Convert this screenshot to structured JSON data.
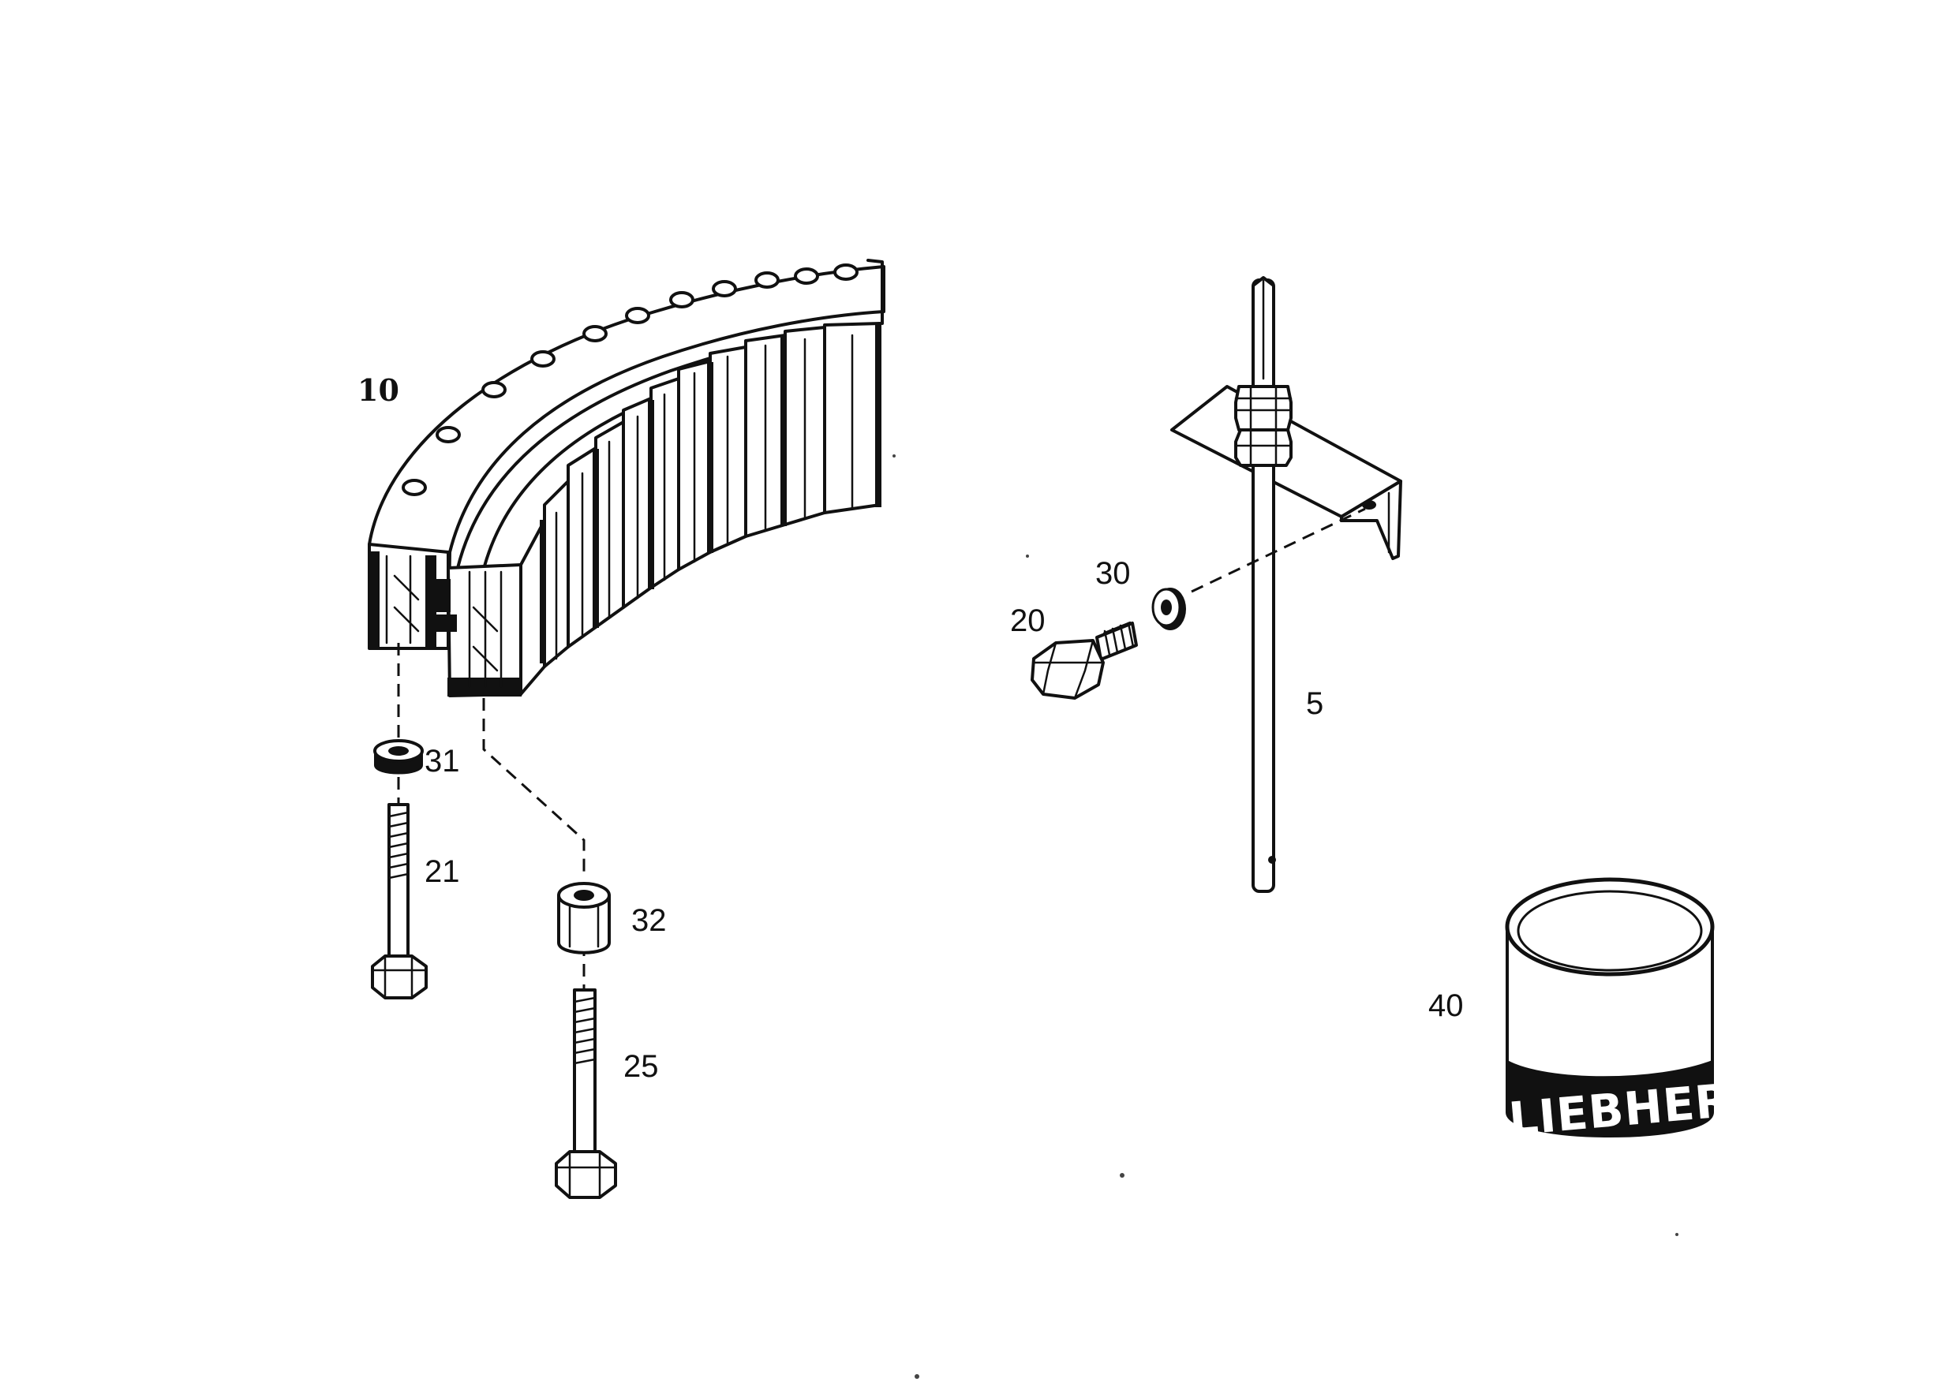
{
  "diagram": {
    "callouts": {
      "p10": "10",
      "p5": "5",
      "p20": "20",
      "p30": "30",
      "p31": "31",
      "p21": "21",
      "p32": "32",
      "p25": "25",
      "p40": "40"
    },
    "can_brand": "LIEBHER"
  }
}
